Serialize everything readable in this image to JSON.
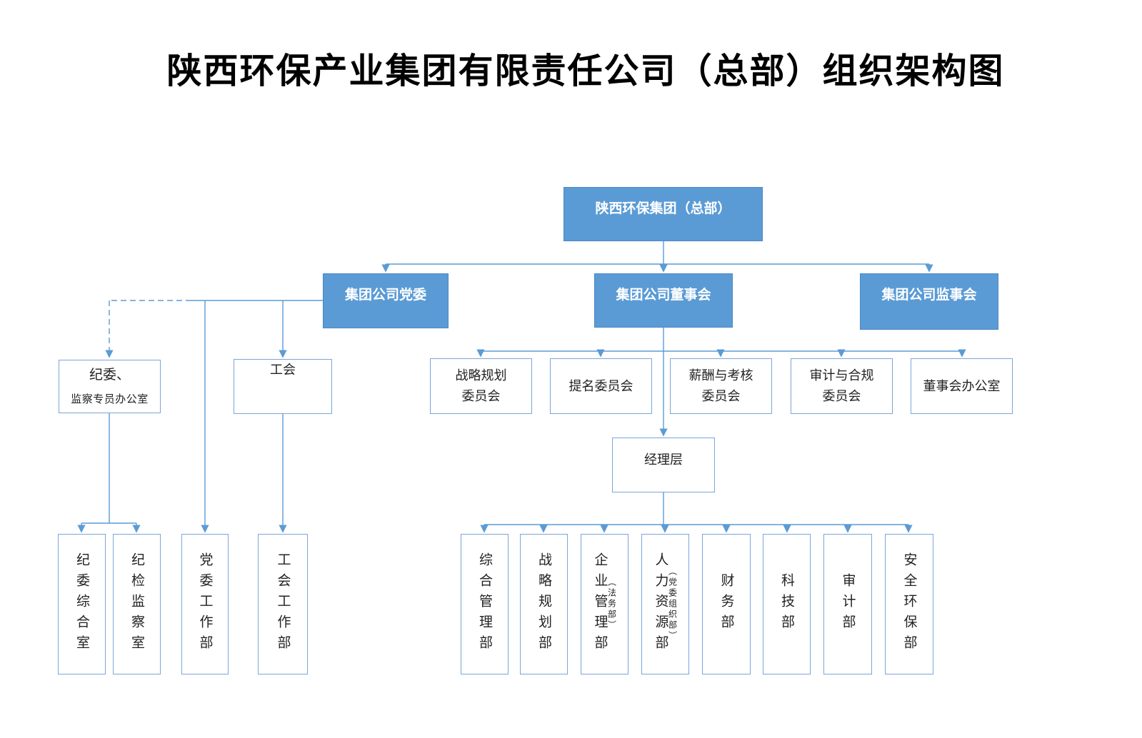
{
  "title": "陕西环保产业集团有限责任公司（总部）组织架构图",
  "colors": {
    "accent_blue": "#5B9BD5",
    "blue_box_border": "#4A86C8",
    "white_box_border": "#7CA5D8",
    "line_blue": "#5B9BD5",
    "box_text_white": "#FFFFFF",
    "text_dark": "#222222"
  },
  "org": {
    "root": {
      "label": "陕西环保集团（总部）"
    },
    "governance": [
      {
        "label": "集团公司党委"
      },
      {
        "label": "集团公司董事会"
      },
      {
        "label": "集团公司监事会"
      }
    ],
    "board_committees": [
      {
        "line1": "战略规划",
        "line2": "委员会"
      },
      {
        "line1": "提名委员会",
        "line2": ""
      },
      {
        "line1": "薪酬与考核",
        "line2": "委员会"
      },
      {
        "line1": "审计与合规",
        "line2": "委员会"
      },
      {
        "line1": "董事会办公室",
        "line2": ""
      }
    ],
    "management_layer": {
      "label": "经理层"
    },
    "party_side": {
      "discipline_office": {
        "line1": "纪委、",
        "line2": "监察专员办公室"
      },
      "union": {
        "label": "工会"
      },
      "sub_offices": [
        {
          "label": "纪委综合室"
        },
        {
          "label": "纪检监察室"
        },
        {
          "label": "党委工作部"
        },
        {
          "label": "工会工作部"
        }
      ]
    },
    "departments": [
      {
        "label": "综合管理部",
        "annotation": ""
      },
      {
        "label": "战略规划部",
        "annotation": ""
      },
      {
        "label": "企业管理部",
        "annotation": "（法务部）"
      },
      {
        "label": "人力资源部",
        "annotation": "（党委组织部）"
      },
      {
        "label": "财务部",
        "annotation": ""
      },
      {
        "label": "科技部",
        "annotation": ""
      },
      {
        "label": "审计部",
        "annotation": ""
      },
      {
        "label": "安全环保部",
        "annotation": ""
      }
    ]
  }
}
